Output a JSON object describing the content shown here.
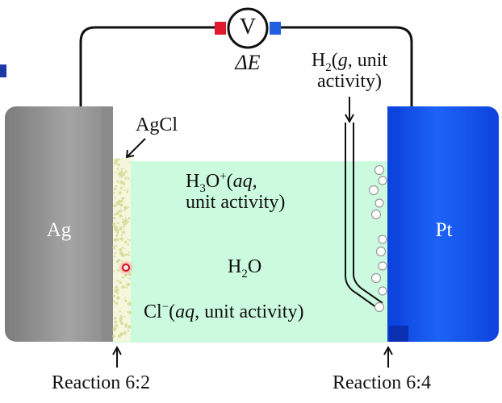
{
  "voltmeter": {
    "symbol": "V",
    "label": "ΔE"
  },
  "electrodes": {
    "left": {
      "label": "Ag",
      "coating_label": "AgCl"
    },
    "right": {
      "label": "Pt"
    }
  },
  "gas_inlet": {
    "species": "H",
    "sub": "2",
    "state": "g",
    "rest": ", unit",
    "line2": "activity)"
  },
  "solution": {
    "hydronium": {
      "base": "H",
      "sub": "3",
      "mid": "O",
      "sup": "+",
      "state": "aq",
      "tail": ",",
      "line2": "unit activity)"
    },
    "water": {
      "base": "H",
      "sub": "2",
      "tail": "O"
    },
    "chloride": {
      "base": "Cl",
      "sup": "−",
      "state": "aq",
      "tail": ", unit activity)"
    }
  },
  "reactions": {
    "left": "Reaction 6:2",
    "right": "Reaction 6:4"
  },
  "colors": {
    "solution": "#ccfadf",
    "silver": "#a0a0a0",
    "platinum": "#1555ee",
    "agcl": "#f4f7dc",
    "wire": "#111111",
    "terminal_positive": "#e0192e",
    "terminal_negative": "#1f5fe0"
  }
}
